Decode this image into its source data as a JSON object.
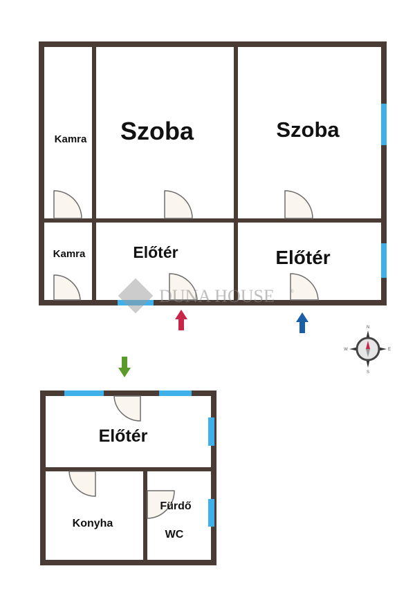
{
  "colors": {
    "wall": "#4a3c34",
    "window": "#3fb0ea",
    "door_fill": "#faf5ee",
    "arrow_red": "#c8264a",
    "arrow_blue": "#1a5ea8",
    "arrow_green": "#5a9a2a"
  },
  "rooms": {
    "kamra_top": "Kamra",
    "szoba_left": "Szoba",
    "szoba_right": "Szoba",
    "kamra_bottom": "Kamra",
    "eloter_left": "Előtér",
    "eloter_right": "Előtér",
    "eloter_annex": "Előtér",
    "konyha": "Konyha",
    "furdo": "Fürdő",
    "wc": "WC"
  },
  "watermark": {
    "brand": "DUNA HOUSE",
    "mark": "®"
  },
  "compass": {
    "n": "N",
    "e": "E",
    "s": "S",
    "w": "W"
  }
}
